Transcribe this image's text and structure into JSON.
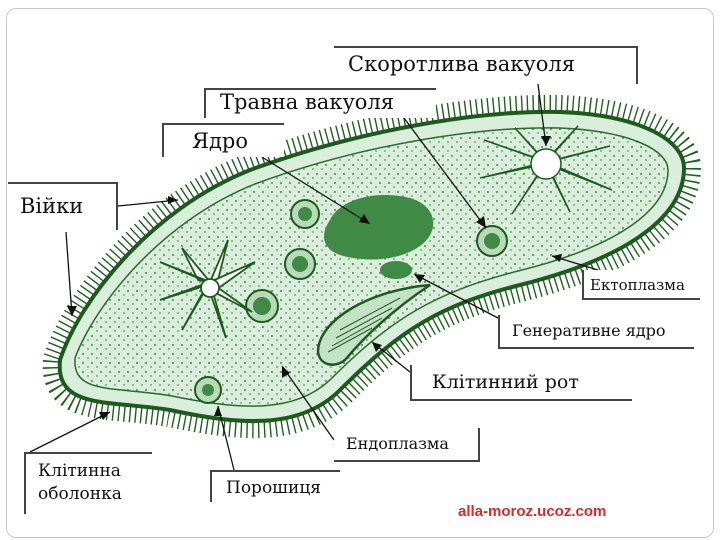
{
  "labels": {
    "contractile_vacuole": "Скоротлива вакуоля",
    "food_vacuole": "Травна вакуоля",
    "nucleus": "Ядро",
    "cilia": "Війки",
    "ectoplasm": "Ектоплазма",
    "generative_nucleus": "Генеративне ядро",
    "cell_mouth": "Клітинний рот",
    "endoplasm": "Ендоплазма",
    "cell_membrane_line1": "Клітинна",
    "cell_membrane_line2": "оболонка",
    "pore": "Порошиця"
  },
  "watermark": "alla-moroz.ucoz.com",
  "colors": {
    "body_fill": "#d9eedb",
    "outline": "#1d5a1d",
    "organelle": "#3f8a44",
    "watermark": "#d42a2a"
  }
}
